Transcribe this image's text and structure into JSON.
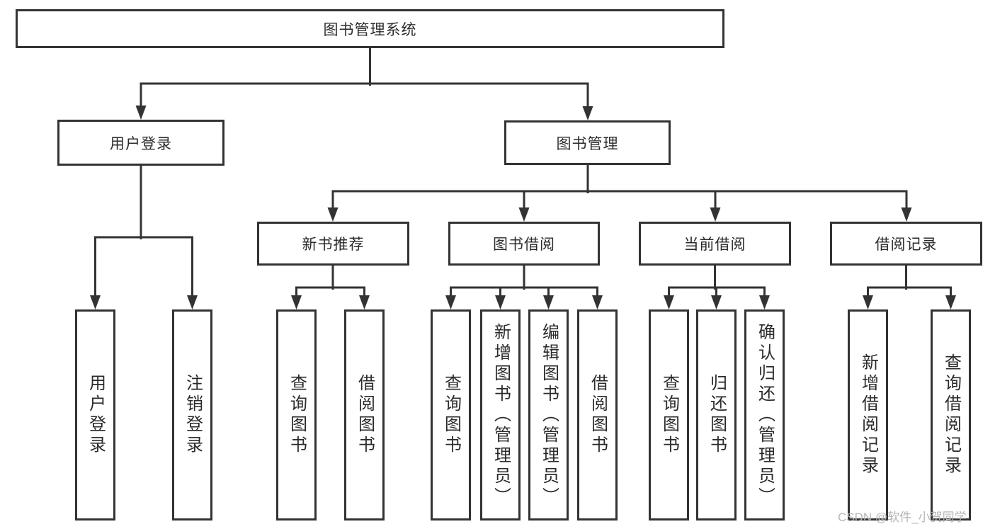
{
  "diagram": {
    "watermark": "CSDN @软件_小贺同学",
    "nodes": {
      "root": {
        "label": "图书管理系统"
      },
      "login": {
        "label": "用户登录"
      },
      "mgmt": {
        "label": "图书管理"
      },
      "newbook": {
        "label": "新书推荐"
      },
      "borrow": {
        "label": "图书借阅"
      },
      "current": {
        "label": "当前借阅"
      },
      "records": {
        "label": "借阅记录"
      },
      "leaf_user_login": {
        "label": "用户登录"
      },
      "leaf_logout": {
        "label": "注销登录"
      },
      "leaf_nb_query": {
        "label": "查询图书"
      },
      "leaf_nb_borrow": {
        "label": "借阅图书"
      },
      "leaf_bw_query": {
        "label": "查询图书"
      },
      "leaf_bw_add": {
        "label": "新增图书（管理员）"
      },
      "leaf_bw_edit": {
        "label": "编辑图书（管理员）"
      },
      "leaf_bw_borrow": {
        "label": "借阅图书"
      },
      "leaf_cur_query": {
        "label": "查询图书"
      },
      "leaf_cur_return": {
        "label": "归还图书"
      },
      "leaf_cur_confirm": {
        "label": "确认归还（管理员）"
      },
      "leaf_rec_add": {
        "label": "新增借阅记录"
      },
      "leaf_rec_query": {
        "label": "查询借阅记录"
      }
    },
    "edges": [
      {
        "from": "图书管理系统",
        "to": [
          "用户登录",
          "图书管理"
        ]
      },
      {
        "from": "用户登录",
        "to": [
          "用户登录",
          "注销登录"
        ]
      },
      {
        "from": "图书管理",
        "to": [
          "新书推荐",
          "图书借阅",
          "当前借阅",
          "借阅记录"
        ]
      },
      {
        "from": "新书推荐",
        "to": [
          "查询图书",
          "借阅图书"
        ]
      },
      {
        "from": "图书借阅",
        "to": [
          "查询图书",
          "新增图书（管理员）",
          "编辑图书（管理员）",
          "借阅图书"
        ]
      },
      {
        "from": "当前借阅",
        "to": [
          "查询图书",
          "归还图书",
          "确认归还（管理员）"
        ]
      },
      {
        "from": "借阅记录",
        "to": [
          "新增借阅记录",
          "查询借阅记录"
        ]
      }
    ],
    "colors": {
      "line": "#333333",
      "box_border": "#333333",
      "text": "#2b2b2b",
      "watermark": "#b5b5b5",
      "background": "#ffffff"
    }
  }
}
